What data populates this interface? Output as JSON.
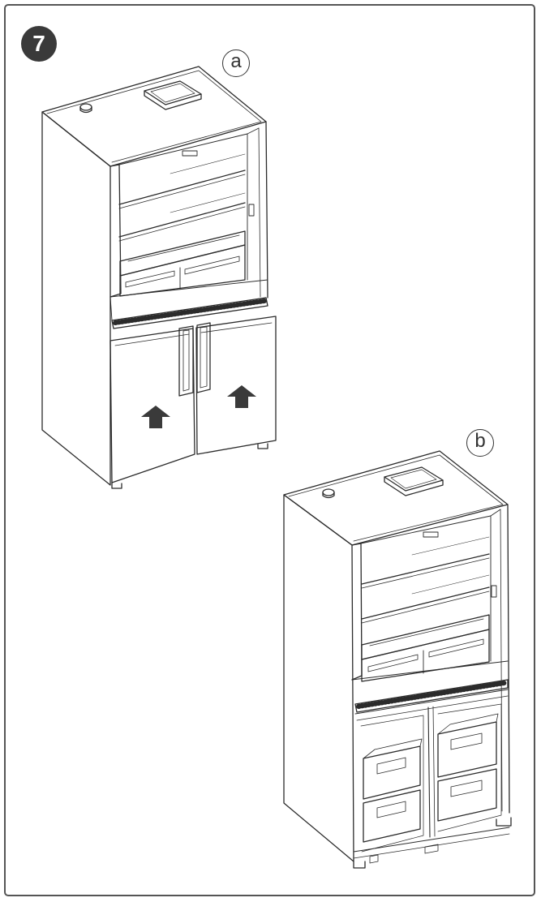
{
  "step": {
    "number": "7"
  },
  "callouts": {
    "a": "a",
    "b": "b"
  },
  "colors": {
    "line": "#2b2b2b",
    "badge": "#3a3a3a",
    "arrow": "#3a3a3a",
    "frame": "#555555"
  },
  "icons": {
    "lift_arrow": "arrow-up-icon"
  }
}
